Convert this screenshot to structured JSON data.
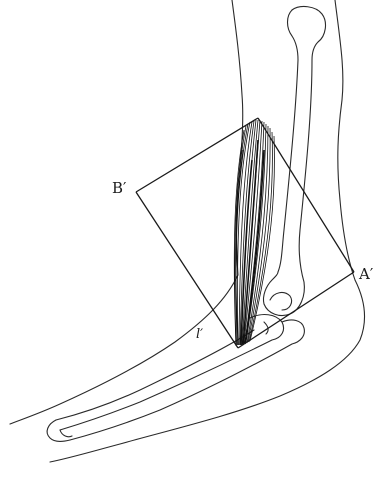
{
  "labels": {
    "point_b": "B′",
    "point_a": "A′",
    "point_l": "l′"
  }
}
